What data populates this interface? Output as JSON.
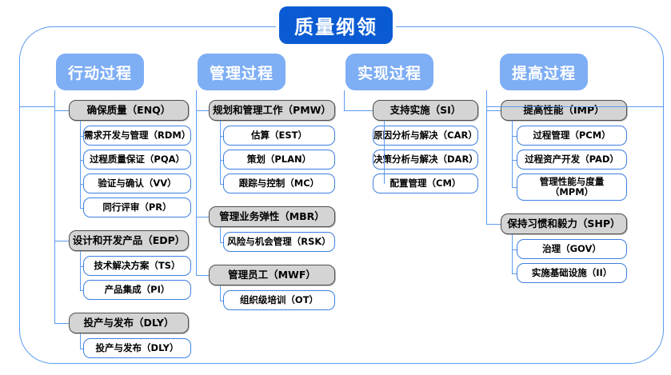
{
  "diagram": {
    "title": "质量纲领",
    "type": "hierarchy-tree",
    "columns": [
      {
        "id": "col-action",
        "header": "行动过程",
        "groups": [
          {
            "label": "确保质量（ENQ）",
            "children": [
              "需求开发与管理（RDM）",
              "过程质量保证（PQA）",
              "验证与确认（VV）",
              "同行评审（PR）"
            ]
          },
          {
            "label": "设计和开发产品（EDP）",
            "children": [
              "技术解决方案（TS）",
              "产品集成（PI）"
            ]
          },
          {
            "label": "投产与发布（DLY）",
            "children": [
              "投产与发布（DLY）"
            ]
          }
        ]
      },
      {
        "id": "col-manage",
        "header": "管理过程",
        "groups": [
          {
            "label": "规划和管理工作（PMW）",
            "children": [
              "估算（EST）",
              "策划（PLAN）",
              "跟踪与控制（MC）"
            ]
          },
          {
            "label": "管理业务弹性（MBR）",
            "children": [
              "风险与机会管理（RSK）"
            ]
          },
          {
            "label": "管理员工（MWF）",
            "children": [
              "组织级培训（OT）"
            ]
          }
        ]
      },
      {
        "id": "col-realize",
        "header": "实现过程",
        "groups": [
          {
            "label": "支持实施（SI）",
            "children": [
              "原因分析与解决（CAR）",
              "决策分析与解决（DAR）",
              "配置管理（CM）"
            ]
          }
        ]
      },
      {
        "id": "col-improve",
        "header": "提高过程",
        "groups": [
          {
            "label": "提高性能（IMP）",
            "children": [
              "过程管理（PCM）",
              "过程资产开发（PAD）",
              "管理性能与度量\n（MPM）"
            ]
          },
          {
            "label": "保持习惯和毅力（SHP）",
            "children": [
              "治理（GOV）",
              "实施基础设施（II）"
            ]
          }
        ]
      }
    ]
  },
  "colors": {
    "title_bg": "#0a5bd3",
    "column_header_bg": "#7eaef4",
    "group_bg": "#d4d4d4",
    "group_border": "#4d4d4d",
    "leaf_border": "#3d7fe0",
    "connector": "#5b9bf0",
    "frame_border": "#5b9bf0",
    "page_bg": "#ffffff"
  }
}
